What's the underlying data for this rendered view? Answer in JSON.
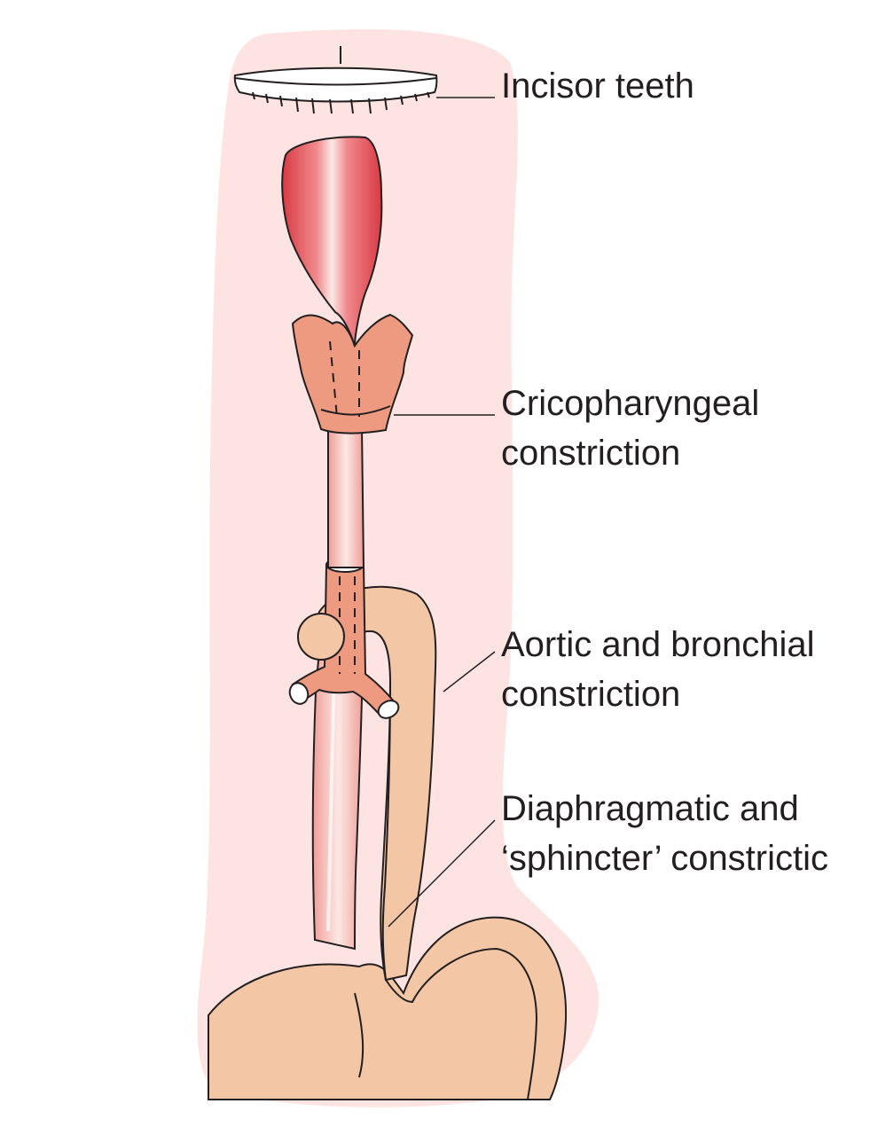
{
  "colors": {
    "background_silhouette": "#fde4e2",
    "pharynx_red": "#e0454b",
    "thyroid_cartilage": "#ee9a80",
    "esophagus": "#f3c7bd",
    "aorta_stomach": "#f3c6a6",
    "outline": "#231f20"
  },
  "labels": {
    "incisor_teeth": "Incisor teeth",
    "cricopharyngeal_line1": "Cricopharyngeal",
    "cricopharyngeal_line2": "constriction",
    "aortic_line1": "Aortic and bronchial",
    "aortic_line2": "constriction",
    "diaphragmatic_line1": "Diaphragmatic and",
    "diaphragmatic_line2": "‘sphincter’ constrictic"
  }
}
